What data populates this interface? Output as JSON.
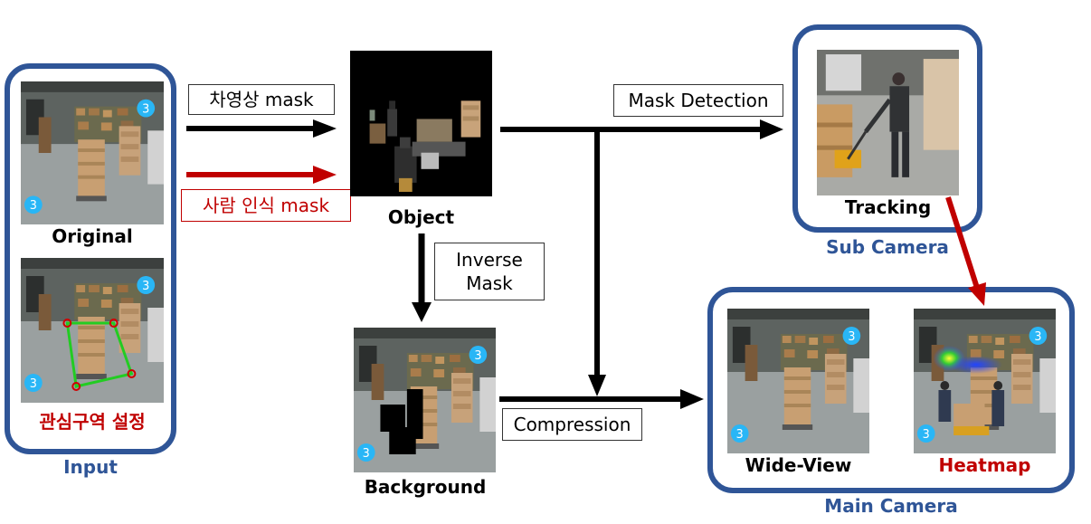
{
  "labels": {
    "input": "Input",
    "original": "Original",
    "roi": "관심구역 설정",
    "object": "Object",
    "background": "Background",
    "tracking": "Tracking",
    "sub_camera": "Sub Camera",
    "wide_view": "Wide-View",
    "heatmap": "Heatmap",
    "main_camera": "Main Camera"
  },
  "boxes": {
    "vehicle_mask": "차영상 mask",
    "person_mask": "사람 인식 mask",
    "mask_detection": "Mask Detection",
    "inverse_mask_line1": "Inverse",
    "inverse_mask_line2": "Mask",
    "compression": "Compression"
  },
  "badge": "3",
  "colors": {
    "frame_blue": "#2f5597",
    "red_text": "#c00000",
    "arrow_black": "#000000",
    "arrow_red": "#c00000",
    "roi_polygon": "#22cc22",
    "badge_cyan": "#29b6f6"
  }
}
